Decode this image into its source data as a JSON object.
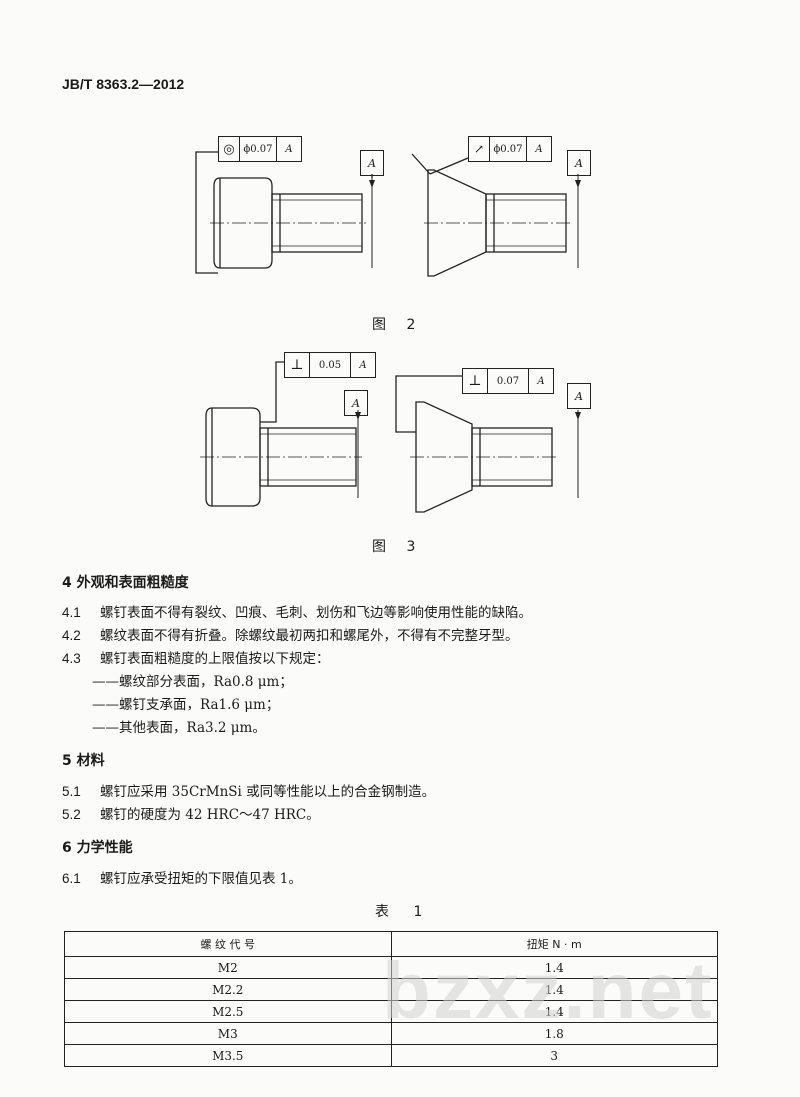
{
  "header": {
    "std_no": "JB/T 8363.2—2012"
  },
  "figures": {
    "fig2": {
      "caption": "图 2",
      "left_frame": {
        "symbol": "◎",
        "tolerance": "ϕ0.07",
        "datum": "A",
        "datum_box": "A"
      },
      "right_frame": {
        "symbol": "↗",
        "tolerance": "ϕ0.07",
        "datum": "A",
        "datum_box": "A"
      }
    },
    "fig3": {
      "caption": "图 3",
      "left_frame": {
        "symbol": "⊥",
        "tolerance": "0.05",
        "datum": "A",
        "datum_box": "A"
      },
      "right_frame": {
        "symbol": "⊥",
        "tolerance": "0.07",
        "datum": "A",
        "datum_box": "A"
      }
    }
  },
  "sections": [
    {
      "title": "4  外观和表面粗糙度"
    },
    {
      "title": "5  材料"
    },
    {
      "title": "6  力学性能"
    }
  ],
  "paragraphs": {
    "p41": {
      "num": "4.1",
      "text": "螺钉表面不得有裂纹、凹痕、毛刺、划伤和飞边等影响使用性能的缺陷。"
    },
    "p42": {
      "num": "4.2",
      "text": "螺纹表面不得有折叠。除螺纹最初两扣和螺尾外，不得有不完整牙型。"
    },
    "p43": {
      "num": "4.3",
      "text": "螺钉表面粗糙度的上限值按以下规定："
    },
    "d1": "——螺纹部分表面，Ra0.8 μm；",
    "d2": "——螺钉支承面，Ra1.6 μm；",
    "d3": "——其他表面，Ra3.2 μm。",
    "p51": {
      "num": "5.1",
      "text": "螺钉应采用 35CrMnSi 或同等性能以上的合金钢制造。"
    },
    "p52": {
      "num": "5.2",
      "text": "螺钉的硬度为 42 HRC～47 HRC。"
    },
    "p61": {
      "num": "6.1",
      "text": "螺钉应承受扭矩的下限值见表 1。"
    }
  },
  "table": {
    "title": "表 1",
    "headers": [
      "螺 纹 代 号",
      "扭矩  N · m"
    ],
    "rows": [
      [
        "M2",
        "1.4"
      ],
      [
        "M2.2",
        "1.4"
      ],
      [
        "M2.5",
        "1.4"
      ],
      [
        "M3",
        "1.8"
      ],
      [
        "M3.5",
        "3"
      ]
    ]
  },
  "watermark": "bzxz.net"
}
